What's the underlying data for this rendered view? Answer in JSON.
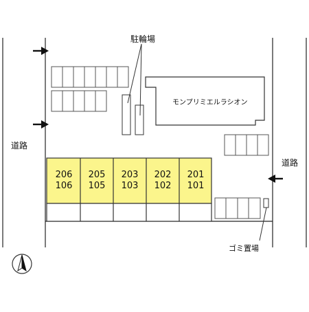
{
  "labels": {
    "bicycle_parking": "駐輪場",
    "road_left": "道路",
    "road_right": "道路",
    "building_name": "モンプリミエルラシオン",
    "garbage": "ゴミ置場"
  },
  "units": [
    {
      "upper": "206",
      "lower": "106"
    },
    {
      "upper": "205",
      "lower": "105"
    },
    {
      "upper": "203",
      "lower": "103"
    },
    {
      "upper": "202",
      "lower": "102"
    },
    {
      "upper": "201",
      "lower": "101"
    }
  ],
  "colors": {
    "unit_fill": "#fbf58c",
    "line": "#222222"
  },
  "icons": [
    "north-arrow-icon",
    "entrance-arrow-icon"
  ]
}
